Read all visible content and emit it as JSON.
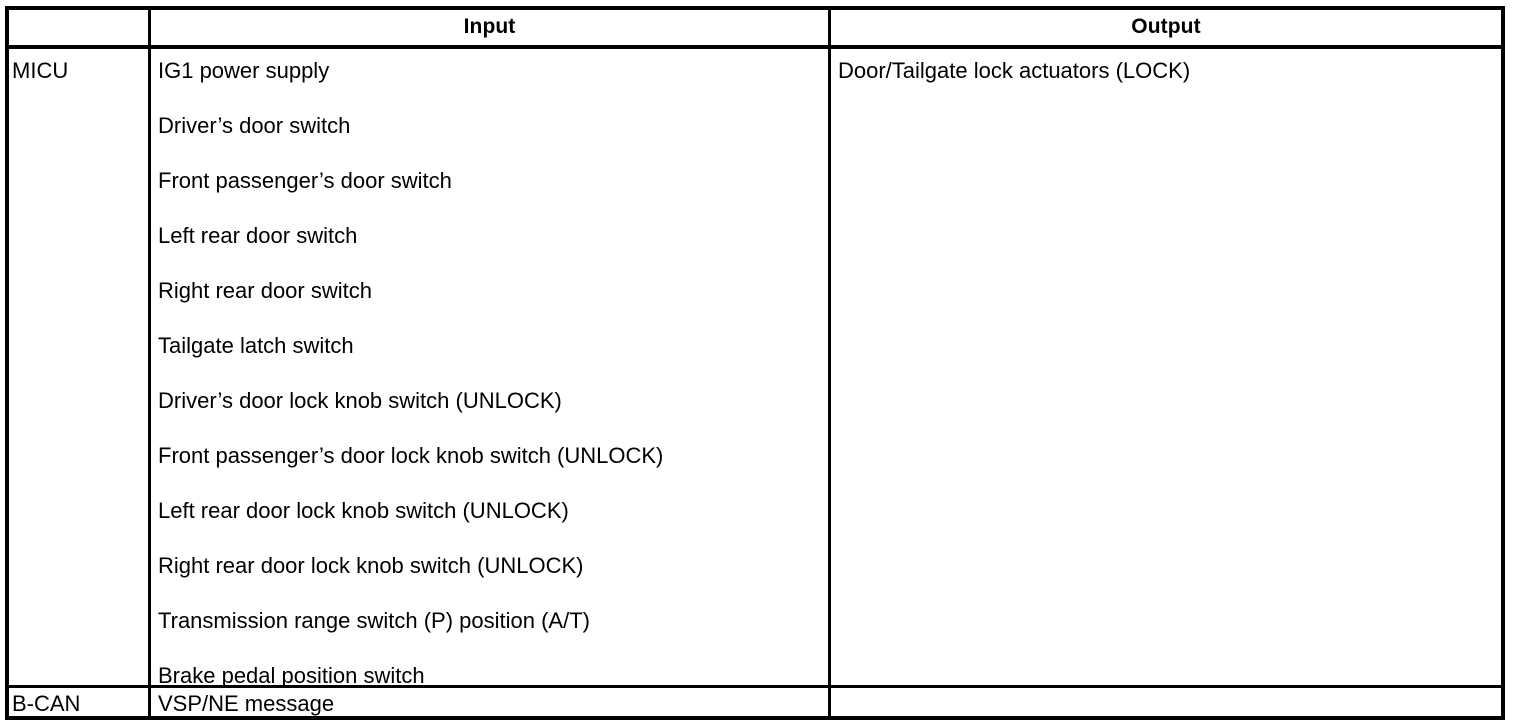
{
  "table": {
    "headers": {
      "system": "",
      "input": "Input",
      "output": "Output"
    },
    "rows": [
      {
        "system": "MICU",
        "inputs": [
          "IG1 power supply",
          "Driver’s door switch",
          "Front passenger’s door switch",
          "Left rear door switch",
          "Right rear door switch",
          "Tailgate latch switch",
          "Driver’s door lock knob switch (UNLOCK)",
          "Front passenger’s door lock knob switch (UNLOCK)",
          "Left rear door lock knob switch (UNLOCK)",
          "Right rear door lock knob switch (UNLOCK)",
          "Transmission range switch (P) position (A/T)",
          "Brake pedal position switch"
        ],
        "outputs": [
          "Door/Tailgate lock actuators (LOCK)"
        ]
      },
      {
        "system": "B-CAN",
        "inputs": [
          "VSP/NE message"
        ],
        "outputs": []
      }
    ]
  },
  "colors": {
    "border": "#000000",
    "text": "#000000",
    "background": "#ffffff"
  }
}
